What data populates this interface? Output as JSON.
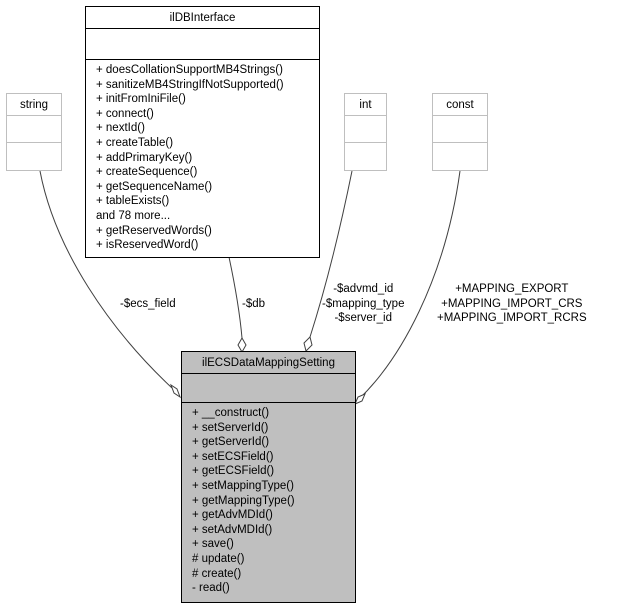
{
  "classes": {
    "ilDBInterface": {
      "name": "ilDBInterface",
      "operations": [
        "+ doesCollationSupportMB4Strings()",
        "+ sanitizeMB4StringIfNotSupported()",
        "+ initFromIniFile()",
        "+ connect()",
        "+ nextId()",
        "+ createTable()",
        "+ addPrimaryKey()",
        "+ createSequence()",
        "+ getSequenceName()",
        "+ tableExists()",
        "and 78 more...",
        "+ getReservedWords()",
        "+ isReservedWord()"
      ]
    },
    "string": {
      "name": "string"
    },
    "int": {
      "name": "int"
    },
    "const": {
      "name": "const"
    },
    "main": {
      "name": "ilECSDataMappingSetting",
      "operations": [
        "+ __construct()",
        "+ setServerId()",
        "+ getServerId()",
        "+ setECSField()",
        "+ getECSField()",
        "+ setMappingType()",
        "+ getMappingType()",
        "+ getAdvMDId()",
        "+ setAdvMDId()",
        "+ save()",
        "# update()",
        "# create()",
        "- read()"
      ]
    }
  },
  "edges": {
    "ecs_field": [
      "-$ecs_field"
    ],
    "db": [
      "-$db"
    ],
    "int_fields": [
      "-$advmd_id",
      "-$mapping_type",
      "-$server_id"
    ],
    "const_fields": [
      "+MAPPING_EXPORT",
      "+MAPPING_IMPORT_CRS",
      "+MAPPING_IMPORT_RCRS"
    ]
  }
}
